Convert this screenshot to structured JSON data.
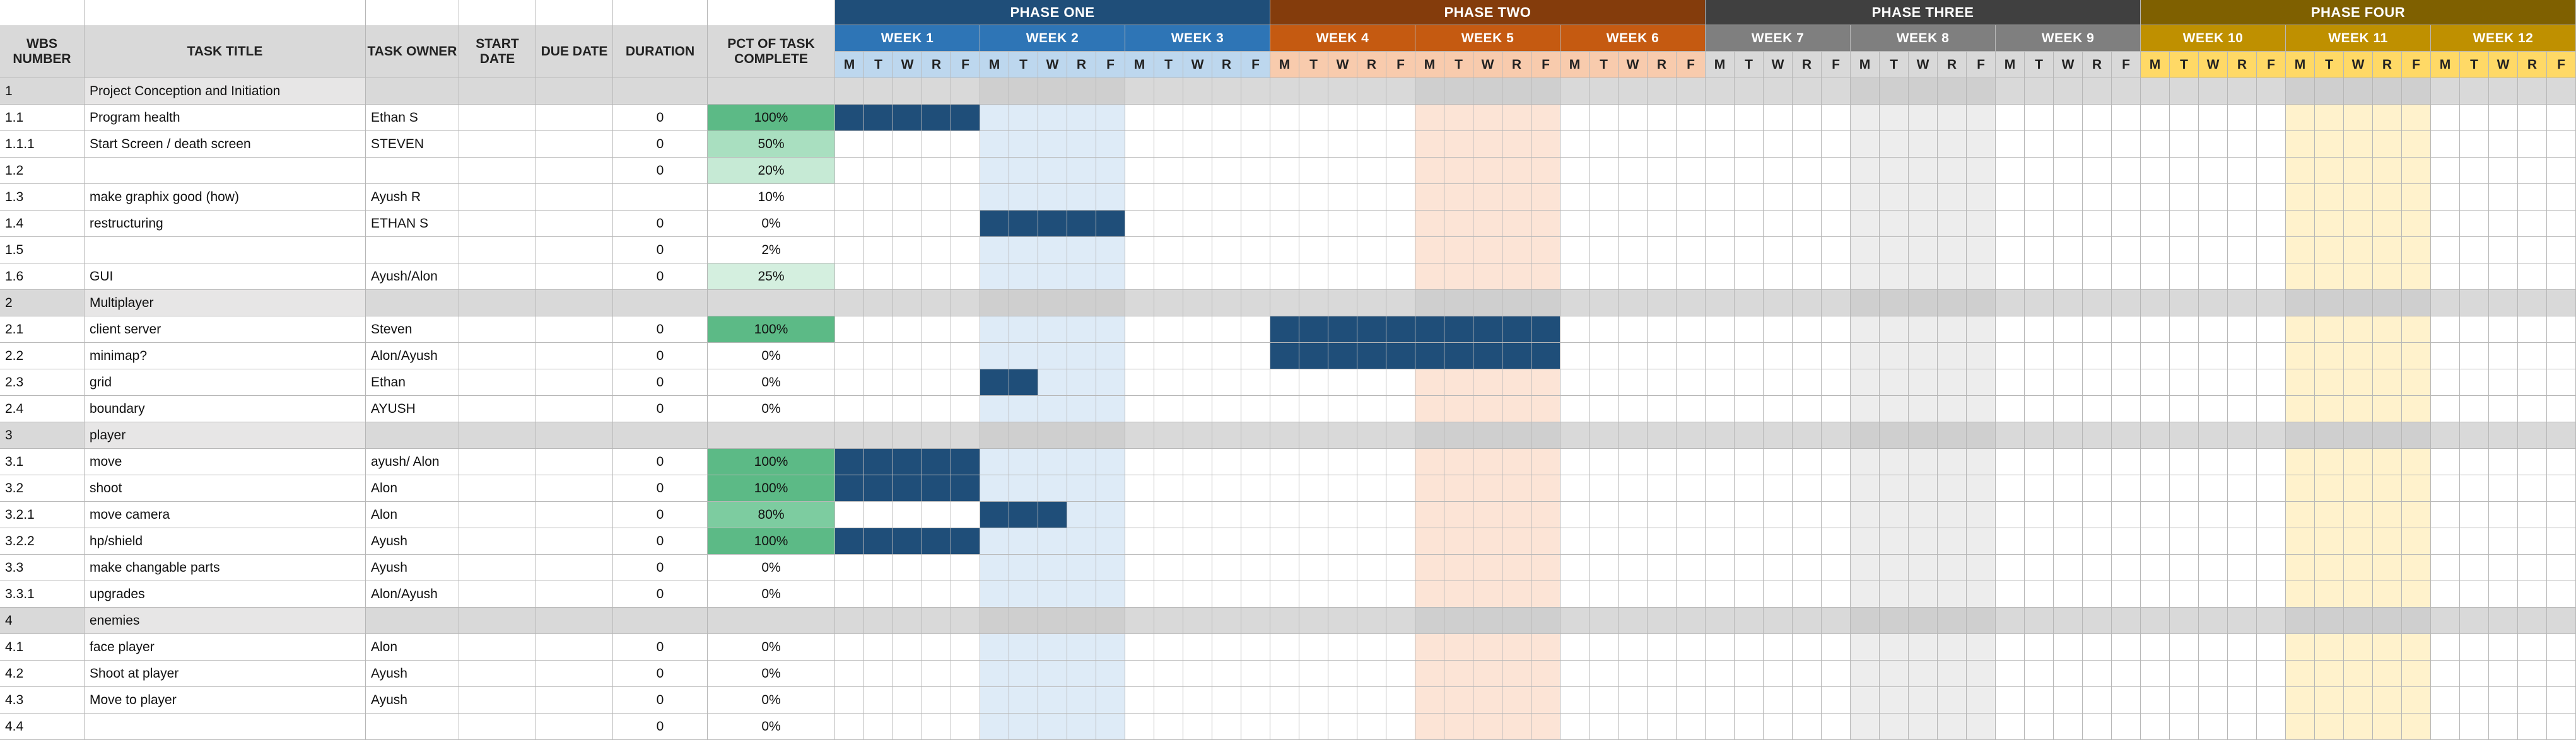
{
  "columns": {
    "wbs": "WBS NUMBER",
    "title": "TASK TITLE",
    "owner": "TASK OWNER",
    "start": "START DATE",
    "due": "DUE DATE",
    "duration": "DURATION",
    "pct": "PCT OF TASK COMPLETE"
  },
  "day_letters": [
    "M",
    "T",
    "W",
    "R",
    "F"
  ],
  "phases": [
    {
      "label": "PHASE ONE",
      "color": "#1f4e79",
      "week_color": "#2e75b6",
      "day_color": "#bdd7ee",
      "shade": "#deebf7",
      "weeks": [
        "WEEK 1",
        "WEEK 2",
        "WEEK 3"
      ]
    },
    {
      "label": "PHASE TWO",
      "color": "#843c0c",
      "week_color": "#c55a11",
      "day_color": "#f8cbad",
      "shade": "#fce4d6",
      "weeks": [
        "WEEK 4",
        "WEEK 5",
        "WEEK 6"
      ]
    },
    {
      "label": "PHASE THREE",
      "color": "#404040",
      "week_color": "#7f7f7f",
      "day_color": "#d9d9d9",
      "shade": "#ededed",
      "weeks": [
        "WEEK 7",
        "WEEK 8",
        "WEEK 9"
      ]
    },
    {
      "label": "PHASE FOUR",
      "color": "#7f6000",
      "week_color": "#bf9000",
      "day_color": "#ffd966",
      "shade": "#fff2cc",
      "weeks": [
        "WEEK 10",
        "WEEK 11",
        "WEEK 12"
      ]
    }
  ],
  "colors": {
    "bar": "#1f4e79",
    "pct_100": "#5cba86",
    "pct_80": "#7dcca0",
    "pct_50": "#a9dfc0",
    "pct_20": "#c6ead5",
    "pct_25": "#d4efdf"
  },
  "rows": [
    {
      "wbs": "1",
      "title": "Project Conception and Initiation",
      "owner": "",
      "duration": "",
      "pct": "",
      "section": true,
      "bar": []
    },
    {
      "wbs": "1.1",
      "title": "Program health",
      "owner": "Ethan S",
      "duration": "0",
      "pct": "100%",
      "pct_color": "pct_100",
      "bar": [
        [
          0,
          5
        ]
      ]
    },
    {
      "wbs": "1.1.1",
      "title": "Start Screen / death screen",
      "owner": "STEVEN",
      "duration": "0",
      "pct": "50%",
      "pct_color": "pct_50",
      "bar": []
    },
    {
      "wbs": "1.2",
      "title": "",
      "owner": "",
      "duration": "0",
      "pct": "20%",
      "pct_color": "pct_20",
      "bar": []
    },
    {
      "wbs": "1.3",
      "title": "make graphix good (how)",
      "owner": "Ayush R",
      "duration": "",
      "pct": "10%",
      "bar": []
    },
    {
      "wbs": "1.4",
      "title": "restructuring",
      "owner": "ETHAN S",
      "duration": "0",
      "pct": "0%",
      "bar": [
        [
          5,
          10
        ]
      ]
    },
    {
      "wbs": "1.5",
      "title": "",
      "owner": "",
      "duration": "0",
      "pct": "2%",
      "bar": []
    },
    {
      "wbs": "1.6",
      "title": "GUI",
      "owner": "Ayush/Alon",
      "duration": "0",
      "pct": "25%",
      "pct_color": "pct_25",
      "bar": []
    },
    {
      "wbs": "2",
      "title": "Multiplayer",
      "owner": "",
      "duration": "",
      "pct": "",
      "section": true,
      "bar": []
    },
    {
      "wbs": "2.1",
      "title": "client server",
      "owner": "Steven",
      "duration": "0",
      "pct": "100%",
      "pct_color": "pct_100",
      "bar": [
        [
          15,
          25
        ]
      ]
    },
    {
      "wbs": "2.2",
      "title": "minimap?",
      "owner": "Alon/Ayush",
      "duration": "0",
      "pct": "0%",
      "bar": [
        [
          15,
          25
        ]
      ]
    },
    {
      "wbs": "2.3",
      "title": "grid",
      "owner": "Ethan",
      "duration": "0",
      "pct": "0%",
      "bar": [
        [
          5,
          7
        ]
      ]
    },
    {
      "wbs": "2.4",
      "title": "boundary",
      "owner": "AYUSH",
      "duration": "0",
      "pct": "0%",
      "bar": []
    },
    {
      "wbs": "3",
      "title": "player",
      "owner": "",
      "duration": "",
      "pct": "",
      "section": true,
      "bar": []
    },
    {
      "wbs": "3.1",
      "title": "move",
      "owner": "ayush/ Alon",
      "duration": "0",
      "pct": "100%",
      "pct_color": "pct_100",
      "bar": [
        [
          0,
          5
        ]
      ]
    },
    {
      "wbs": "3.2",
      "title": "shoot",
      "owner": "Alon",
      "duration": "0",
      "pct": "100%",
      "pct_color": "pct_100",
      "bar": [
        [
          0,
          5
        ]
      ]
    },
    {
      "wbs": "3.2.1",
      "title": "move camera",
      "owner": "Alon",
      "duration": "0",
      "pct": "80%",
      "pct_color": "pct_80",
      "bar": [
        [
          5,
          8
        ]
      ]
    },
    {
      "wbs": "3.2.2",
      "title": "hp/shield",
      "owner": "Ayush",
      "duration": "0",
      "pct": "100%",
      "pct_color": "pct_100",
      "bar": [
        [
          0,
          5
        ]
      ]
    },
    {
      "wbs": "3.3",
      "title": "make changable parts",
      "owner": "Ayush",
      "duration": "0",
      "pct": "0%",
      "bar": []
    },
    {
      "wbs": "3.3.1",
      "title": "upgrades",
      "owner": "Alon/Ayush",
      "duration": "0",
      "pct": "0%",
      "bar": []
    },
    {
      "wbs": "4",
      "title": "enemies",
      "owner": "",
      "duration": "",
      "pct": "",
      "section": true,
      "bar": []
    },
    {
      "wbs": "4.1",
      "title": "face player",
      "owner": "Alon",
      "duration": "0",
      "pct": "0%",
      "bar": []
    },
    {
      "wbs": "4.2",
      "title": "Shoot at player",
      "owner": "Ayush",
      "duration": "0",
      "pct": "0%",
      "bar": []
    },
    {
      "wbs": "4.3",
      "title": "Move to player",
      "owner": "Ayush",
      "duration": "0",
      "pct": "0%",
      "bar": []
    },
    {
      "wbs": "4.4",
      "title": "",
      "owner": "",
      "duration": "0",
      "pct": "0%",
      "bar": []
    }
  ]
}
